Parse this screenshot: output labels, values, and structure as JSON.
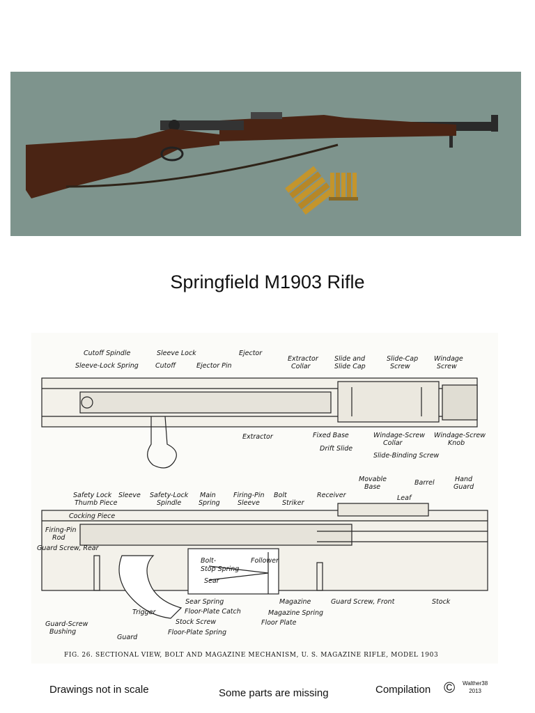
{
  "title": "Springfield M1903 Rifle",
  "drawing": {
    "upper_labels": {
      "cutoff_spindle": "Cutoff Spindle",
      "sleeve_lock_spring": "Sleeve-Lock Spring",
      "sleeve_lock": "Sleeve Lock",
      "cutoff": "Cutoff",
      "ejector_pin": "Ejector Pin",
      "ejector": "Ejector",
      "extractor_collar": [
        "Extractor",
        "Collar"
      ],
      "slide_and_slide_cap": [
        "Slide and",
        "Slide Cap"
      ],
      "slide_cap_screw": [
        "Slide-Cap",
        "Screw"
      ],
      "windage_screw": [
        "Windage",
        "Screw"
      ],
      "extractor": "Extractor",
      "fixed_base": "Fixed Base",
      "drift_slide": "Drift Slide",
      "windage_screw_collar": [
        "Windage-Screw",
        "Collar"
      ],
      "windage_screw_knob": [
        "Windage-Screw",
        "Knob"
      ],
      "slide_binding_screw": "Slide-Binding Screw"
    },
    "lower_labels": {
      "safety_lock_thumb_piece": [
        "Safety Lock",
        "Thumb Piece"
      ],
      "sleeve": "Sleeve",
      "safety_lock_spindle": [
        "Safety-Lock",
        "Spindle"
      ],
      "main_spring": [
        "Main",
        "Spring"
      ],
      "firing_pin_sleeve": [
        "Firing-Pin",
        "Sleeve"
      ],
      "bolt": "Bolt",
      "striker": "Striker",
      "receiver": "Receiver",
      "movable_base": [
        "Movable",
        "Base"
      ],
      "leaf": "Leaf",
      "barrel": "Barrel",
      "hand_guard": [
        "Hand",
        "Guard"
      ],
      "cocking_piece": "Cocking Piece",
      "firing_pin_rod": [
        "Firing-Pin",
        "Rod"
      ],
      "guard_screw_rear": "Guard Screw, Rear",
      "bolt_stop_spring": [
        "Bolt-",
        "Stop Spring"
      ],
      "follower": "Follower",
      "sear": "Sear",
      "sear_spring": "Sear Spring",
      "floor_plate_catch": "Floor-Plate Catch",
      "magazine": "Magazine",
      "magazine_spring": "Magazine Spring",
      "floor_plate": "Floor Plate",
      "guard_screw_front": "Guard Screw, Front",
      "stock": "Stock",
      "trigger": "Trigger",
      "stock_screw": "Stock Screw",
      "guard_screw_bushing": [
        "Guard-Screw",
        "Bushing"
      ],
      "guard": "Guard",
      "floor_plate_spring": "Floor-Plate Spring"
    },
    "caption": "FIG. 26. SECTIONAL VIEW, BOLT AND MAGAZINE MECHANISM, U. S. MAGAZINE RIFLE, MODEL 1903"
  },
  "footer": {
    "left": "Drawings not in scale",
    "middle": "Some parts are missing",
    "right": "Compilation",
    "copyright_symbol": "©",
    "credit_name": "Walther38",
    "credit_year": "2013"
  },
  "colors": {
    "photo_background": "#7e948d",
    "stock_wood": "#4a2414",
    "metal": "#2a2a2a",
    "brass": "#c4952c"
  }
}
